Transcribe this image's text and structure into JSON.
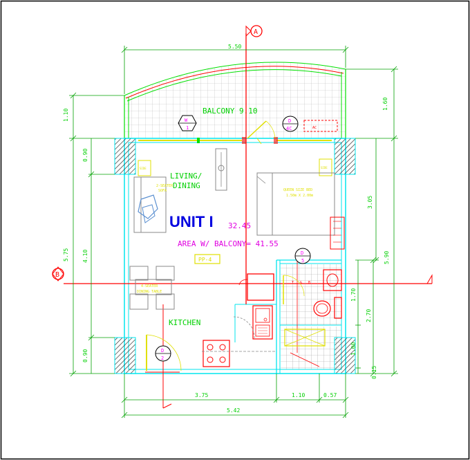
{
  "title": "UNIT I",
  "area_value": "32.45",
  "area_balcony": "AREA W/ BALCONY= 41.55",
  "rooms": {
    "balcony": "BALCONY 9.10",
    "living": "LIVING/",
    "dining": "DINING",
    "kitchen": "KITCHEN",
    "tag": "PP-4"
  },
  "furniture": {
    "bed": "QUEEN SIZE BED",
    "bed_size": "1.50m X 2.00m",
    "sofa": "2-SEATER",
    "sofa2": "SOFA",
    "dining": "4-SEATER",
    "dining2": "DINING TABLE"
  },
  "markers": {
    "grid_a": "A",
    "grid_b": "B",
    "w_num": "W",
    "w_sheet": "1",
    "d4_num": "D",
    "d4_sheet": "4C",
    "d5_num": "D",
    "d5_sheet": "5",
    "d2_num": "D",
    "d2_sheet": "2"
  },
  "dims": {
    "top_width": "5.50",
    "left_balcony": "1.10",
    "left_total": "5.75",
    "left_upper": "0.90",
    "left_mid": "4.10",
    "left_lower": "0.90",
    "right_balcony": "1.60",
    "right_upper": "3.05",
    "right_total": "5.90",
    "right_bath": "1.70",
    "right_kitchen": "2.70",
    "right_small": "1.00",
    "right_tiny": "0.15",
    "bottom_1": "3.75",
    "bottom_2": "1.10",
    "bottom_3": "0.57",
    "bottom_total": "5.42"
  },
  "colors": {
    "wall": "#00e5ee",
    "dim": "#00e000",
    "text": "#00d000",
    "grid": "#ff0000",
    "title": "#0000e0",
    "area": "#e000e0",
    "furniture": "#e0e000",
    "fixture": "#ff0000",
    "column": "#333333"
  }
}
